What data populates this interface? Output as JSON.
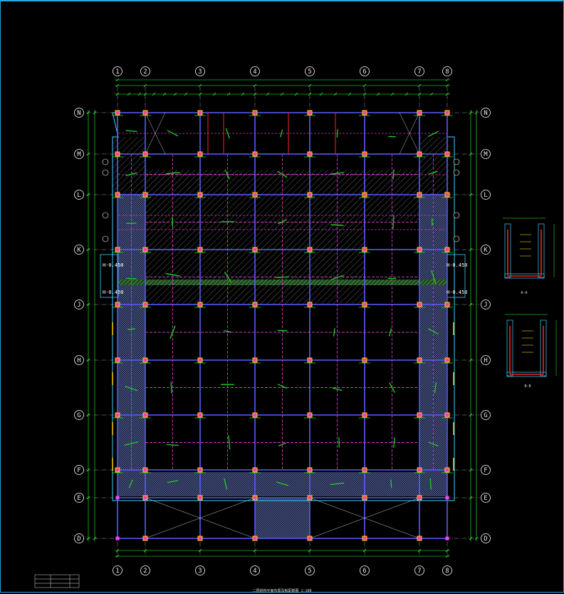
{
  "grid": {
    "cols": [
      "1",
      "2",
      "3",
      "4",
      "5",
      "6",
      "7",
      "8"
    ],
    "rows": [
      "N",
      "M",
      "L",
      "K",
      "J",
      "H",
      "G",
      "F",
      "E",
      "D"
    ]
  },
  "levels": {
    "left_upper": "H-0.450",
    "left_lower": "H-0.450",
    "right_upper": "H-0.450",
    "right_lower": "H-0.450"
  },
  "drawing_title": "二层结构平面布置及板配筋图 1:100",
  "sections": {
    "aa_title": "A-A",
    "bb_title": "B-B"
  },
  "colors": {
    "grid_line": "#e6e6e6",
    "axis_circle": "#ffffff",
    "beam": "#5a5cff",
    "beam_dash": "#c040c0",
    "column": "#ffd000",
    "rebar": "#1fd11f",
    "rebar_red": "#ff2020",
    "hatch": "#9a9a9a",
    "slab_edge": "#3fd0ff",
    "dimension": "#2fff2f"
  }
}
